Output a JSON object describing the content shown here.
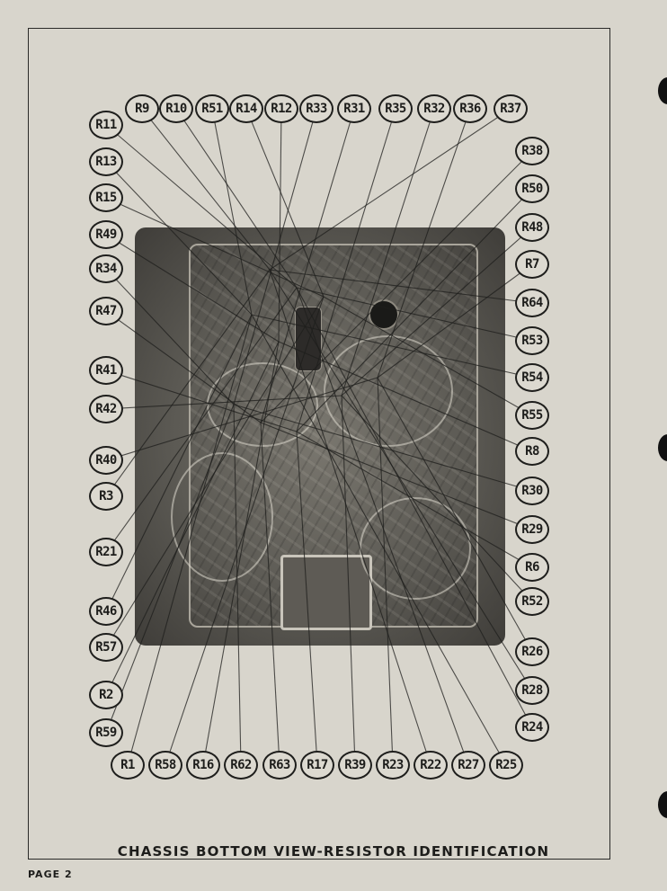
{
  "caption": "CHASSIS BOTTOM VIEW-RESISTOR IDENTIFICATION",
  "page_label": "PAGE 2",
  "labels_top": [
    "R9",
    "R10",
    "R51",
    "R14",
    "R12",
    "R33",
    "R31",
    "R35",
    "R32",
    "R36",
    "R37"
  ],
  "labels_left": [
    "R11",
    "R13",
    "R15",
    "R49",
    "R34",
    "R47",
    "R41",
    "R42",
    "R40",
    "R3",
    "R21",
    "R46",
    "R57",
    "R2",
    "R59"
  ],
  "labels_right": [
    "R38",
    "R50",
    "R48",
    "R7",
    "R64",
    "R53",
    "R54",
    "R55",
    "R8",
    "R30",
    "R29",
    "R6",
    "R52",
    "R26",
    "R28",
    "R24"
  ],
  "labels_bottom": [
    "R1",
    "R58",
    "R16",
    "R62",
    "R63",
    "R17",
    "R39",
    "R23",
    "R22",
    "R27",
    "R25"
  ]
}
